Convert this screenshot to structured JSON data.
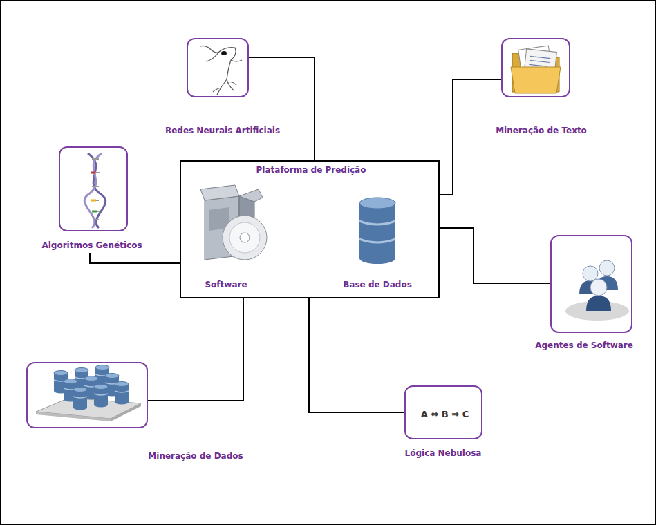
{
  "diagram": {
    "nodes": [
      {
        "text": [
          "Redes Neurais Artificiais"
        ]
      },
      {
        "text": [
          "Mineração de Texto"
        ]
      },
      {
        "text": [
          "Algoritmos Genéticos"
        ]
      },
      {
        "text": [
          "Plataforma de Predição"
        ]
      },
      {
        "text": [
          "Agentes de Software"
        ]
      },
      {
        "text": [
          "Mineração de Dados"
        ]
      },
      {
        "text": [
          "A ⇔ B ⇒ C",
          "Lógica Nebulosa"
        ]
      }
    ],
    "edges": [
      {
        "from": 3,
        "to": 0,
        "arrow": "none"
      },
      {
        "from": 3,
        "to": 1,
        "arrow": "none"
      },
      {
        "from": 3,
        "to": 2,
        "arrow": "none"
      },
      {
        "from": 3,
        "to": 4,
        "arrow": "none"
      },
      {
        "from": 3,
        "to": 5,
        "arrow": "none"
      },
      {
        "from": 3,
        "to": 6,
        "arrow": "none"
      }
    ],
    "labels": [
      "Software",
      "Base de Dados"
    ]
  }
}
